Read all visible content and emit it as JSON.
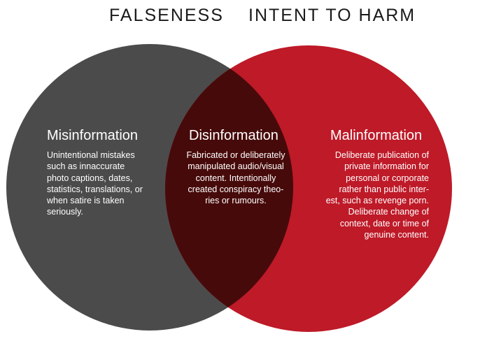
{
  "headings": {
    "left": "FALSENESS",
    "right": "INTENT TO HARM"
  },
  "colors": {
    "left_circle": "#4b4b4c",
    "right_circle": "#be1a28",
    "overlap": "#470a0a",
    "text_on_circle": "#ffffff",
    "heading_text": "#1a1a1a"
  },
  "regions": {
    "misinformation": {
      "title": "Misinformation",
      "lines": [
        "Unintentional mistakes",
        "such as innaccurate",
        "photo captions, dates,",
        "statistics, translations, or",
        "when satire is taken",
        "seriously."
      ]
    },
    "disinformation": {
      "title": "Disinformation",
      "lines": [
        "Fabricated or deliberately",
        "manipulated audio/visual",
        "content. Intentionally",
        "created conspiracy theo-",
        "ries or rumours."
      ]
    },
    "malinformation": {
      "title": "Malinformation",
      "lines": [
        "Deliberate publication of",
        "private information for",
        "personal or corporate",
        "rather than public inter-",
        "est, such as revenge porn.",
        "Deliberate change of",
        "context, date or time of",
        "genuine content."
      ]
    }
  }
}
